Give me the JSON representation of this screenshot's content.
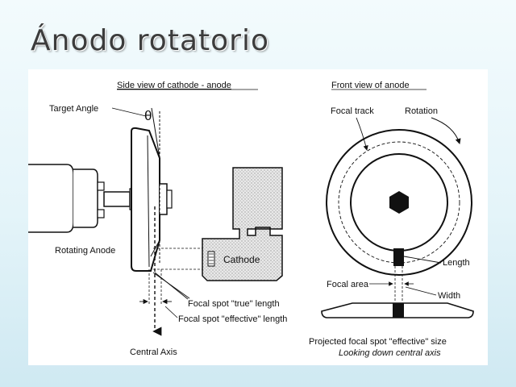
{
  "slide": {
    "title": "Ánodo rotatorio"
  },
  "diagram": {
    "side_heading": "Side view of cathode - anode",
    "front_heading": "Front view of anode",
    "labels": {
      "target_angle": "Target Angle",
      "theta": "θ",
      "rotating_anode": "Rotating Anode",
      "cathode": "Cathode",
      "true_length": "Focal spot \"true\" length",
      "effective_length": "Focal spot \"effective\" length",
      "central_axis": "Central Axis",
      "focal_track": "Focal track",
      "rotation": "Rotation",
      "length": "Length",
      "focal_area": "Focal area",
      "width": "Width",
      "projected_size": "Projected focal spot \"effective\" size",
      "looking_down": "Looking down central axis"
    }
  }
}
